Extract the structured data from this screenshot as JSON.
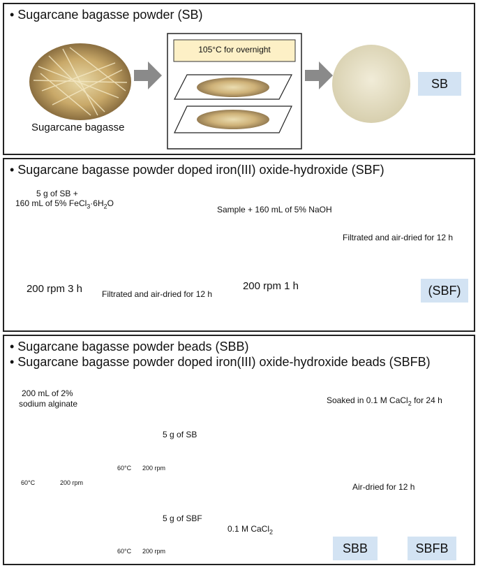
{
  "panel1": {
    "title": "• Sugarcane bagasse powder (SB)",
    "bagasse_caption": "Sugarcane bagasse",
    "oven_label": "105°C for overnight",
    "result_label": "SB"
  },
  "panel2": {
    "title": "• Sugarcane bagasse powder doped iron(III) oxide-hydroxide (SBF)",
    "mix_line1": "5 g of SB +",
    "mix_line2_prefix": "160 mL of 5% FeCl",
    "mix_sub3": "3",
    "mix_mid": "·6H",
    "mix_sub2": "2",
    "mix_suffix": "O",
    "stirrer1": "200 rpm 3 h",
    "filtrate1": "Filtrated and air-dried for 12 h",
    "naoh_label": "Sample + 160 mL of 5% NaOH",
    "stirrer2": "200 rpm 1 h",
    "filtrate2": "Filtrated and air-dried for 12 h",
    "result_label": "(SBF)"
  },
  "panel3": {
    "title1": "• Sugarcane bagasse powder beads (SBB)",
    "title2": "• Sugarcane bagasse powder doped iron(III) oxide-hydroxide beads (SBFB)",
    "alginate_line1": "200 mL of 2%",
    "alginate_line2": "sodium alginate",
    "temp": "60°C",
    "rpm": "200 rpm",
    "sb_amount": "5 g of SB",
    "sbf_amount": "5 g of SBF",
    "cacl_prefix": "0.1 M CaCl",
    "cacl_sub": "2",
    "soaked_prefix": "Soaked in 0.1 M CaCl",
    "soaked_sub": "2",
    "soaked_suffix": " for 24 h",
    "airdried": "Air-dried for 12 h",
    "sbb_label": "SBB",
    "sbfb_label": "SBFB"
  }
}
